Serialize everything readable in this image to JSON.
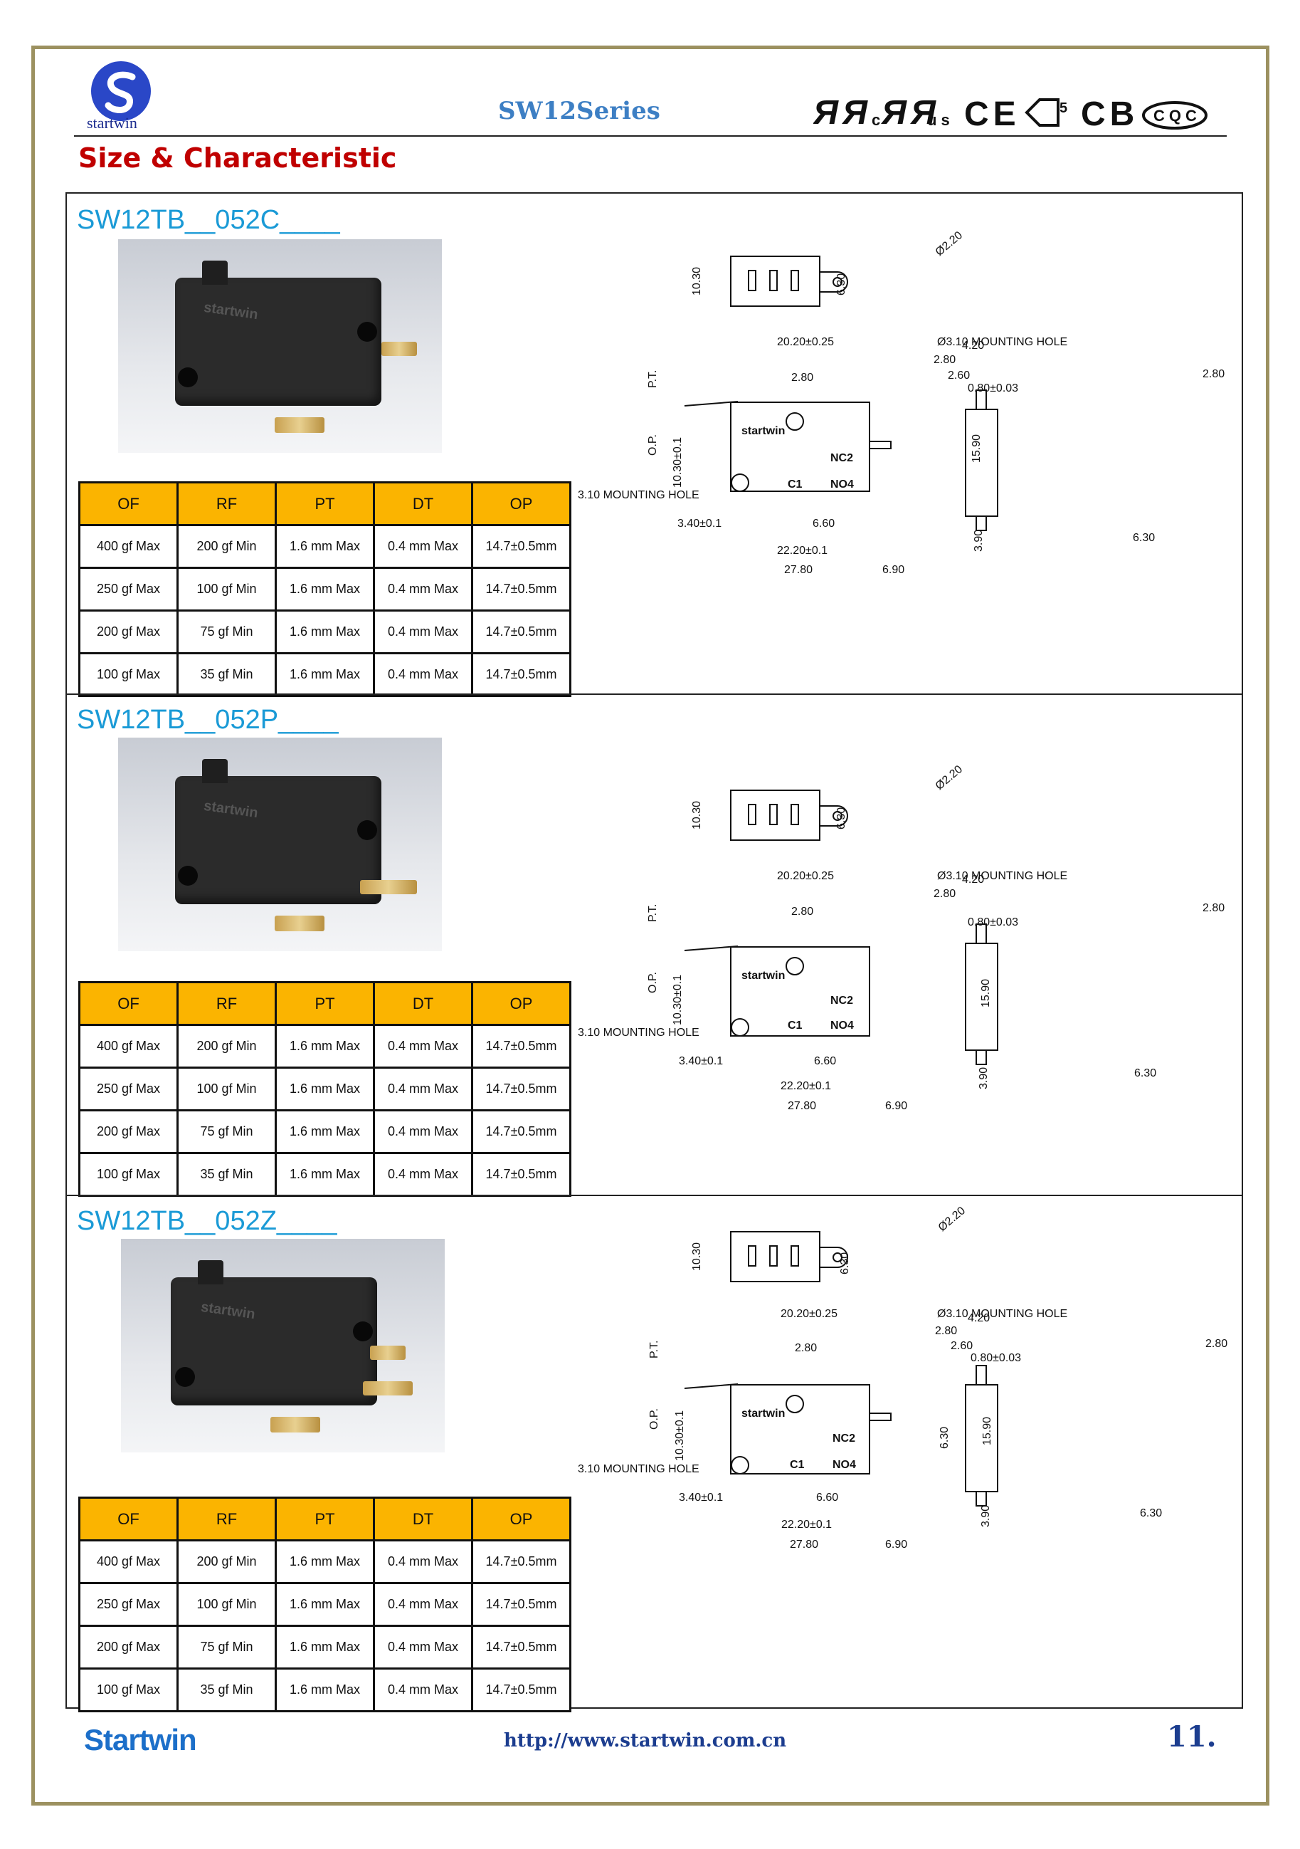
{
  "header": {
    "logo_text": "startwin",
    "series": "SW12Series",
    "certifications": "ЯЯ ᴄЯЯus CE ✓⁵ CB CQC",
    "section_title": "Size & Characteristic"
  },
  "table_headers": [
    "OF",
    "RF",
    "PT",
    "DT",
    "OP"
  ],
  "sections": [
    {
      "model": "SW12TB__052C____",
      "rows": [
        [
          "400 gf Max",
          "200 gf Min",
          "1.6 mm Max",
          "0.4 mm Max",
          "14.7±0.5mm"
        ],
        [
          "250 gf Max",
          "100 gf Min",
          "1.6 mm Max",
          "0.4 mm Max",
          "14.7±0.5mm"
        ],
        [
          "200 gf Max",
          "75 gf Min",
          "1.6 mm Max",
          "0.4 mm Max",
          "14.7±0.5mm"
        ],
        [
          "100 gf Max",
          "35 gf Min",
          "1.6 mm Max",
          "0.4 mm Max",
          "14.7±0.5mm"
        ]
      ]
    },
    {
      "model": "SW12TB__052P____",
      "rows": [
        [
          "400 gf Max",
          "200 gf Min",
          "1.6 mm Max",
          "0.4 mm Max",
          "14.7±0.5mm"
        ],
        [
          "250 gf Max",
          "100 gf Min",
          "1.6 mm Max",
          "0.4 mm Max",
          "14.7±0.5mm"
        ],
        [
          "200 gf Max",
          "75 gf Min",
          "1.6 mm Max",
          "0.4 mm Max",
          "14.7±0.5mm"
        ],
        [
          "100 gf Max",
          "35 gf Min",
          "1.6 mm Max",
          "0.4 mm Max",
          "14.7±0.5mm"
        ]
      ]
    },
    {
      "model": "SW12TB__052Z____",
      "rows": [
        [
          "400 gf Max",
          "200 gf Min",
          "1.6 mm Max",
          "0.4 mm Max",
          "14.7±0.5mm"
        ],
        [
          "250 gf Max",
          "100 gf Min",
          "1.6 mm Max",
          "0.4 mm Max",
          "14.7±0.5mm"
        ],
        [
          "200 gf Max",
          "75 gf Min",
          "1.6 mm Max",
          "0.4 mm Max",
          "14.7±0.5mm"
        ],
        [
          "100 gf Max",
          "35 gf Min",
          "1.6 mm Max",
          "0.4 mm Max",
          "14.7±0.5mm"
        ]
      ]
    }
  ],
  "drawing_labels": {
    "d1": "Ø2.20",
    "d2": "10.30",
    "d3": "6.30",
    "d4": "20.20±0.25",
    "d5": "Ø3.10 MOUNTING HOLE",
    "d6": "4.20",
    "d7": "2.80",
    "d8": "2.60",
    "d9": "0.80±0.03",
    "d10": "P.T.",
    "d11": "O.P.",
    "d12": "10.30±0.1",
    "d13": "15.90",
    "d14": "3.10 MOUNTING HOLE",
    "d15": "3.40±0.1",
    "d16": "6.60",
    "d17": "22.20±0.1",
    "d18": "27.80",
    "d19": "6.90",
    "d20": "3.90",
    "brand": "startwin",
    "nc": "NC2",
    "no": "NO4",
    "c": "C1"
  },
  "footer": {
    "brand": "Startwin",
    "url": "http://www.startwin.com.cn",
    "page": "11."
  }
}
